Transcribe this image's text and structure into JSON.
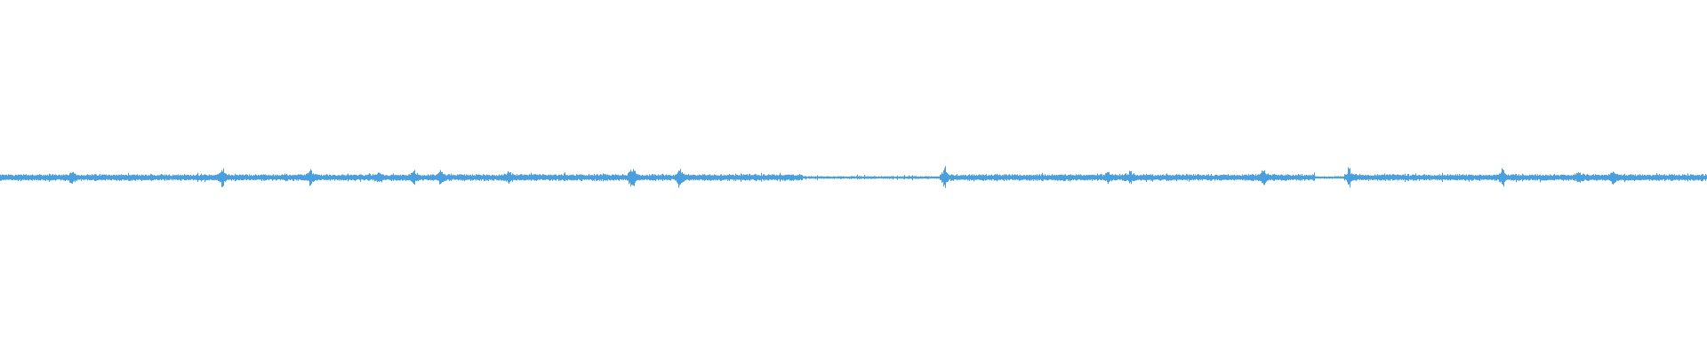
{
  "waveform": {
    "color": "#4a9fde",
    "baseline_amplitude": 0.22,
    "noise_amplitude": 0.1,
    "peaks": [
      {
        "position": 0.042,
        "amplitude": 0.55
      },
      {
        "position": 0.13,
        "amplitude": 0.85
      },
      {
        "position": 0.182,
        "amplitude": 0.75
      },
      {
        "position": 0.222,
        "amplitude": 0.5
      },
      {
        "position": 0.242,
        "amplitude": 0.7
      },
      {
        "position": 0.258,
        "amplitude": 0.7
      },
      {
        "position": 0.298,
        "amplitude": 0.6
      },
      {
        "position": 0.37,
        "amplitude": 0.8
      },
      {
        "position": 0.37,
        "amplitude": 0.6
      },
      {
        "position": 0.37,
        "amplitude": 0.5
      },
      {
        "position": 0.398,
        "amplitude": 0.9
      },
      {
        "position": 0.553,
        "amplitude": 1.0
      },
      {
        "position": 0.649,
        "amplitude": 0.55
      },
      {
        "position": 0.662,
        "amplitude": 0.6
      },
      {
        "position": 0.74,
        "amplitude": 0.8
      },
      {
        "position": 0.79,
        "amplitude": 0.95
      },
      {
        "position": 0.88,
        "amplitude": 0.85
      },
      {
        "position": 0.925,
        "amplitude": 0.55
      },
      {
        "position": 0.945,
        "amplitude": 0.65
      }
    ],
    "quiet_regions": [
      {
        "start": 0.47,
        "end": 0.55,
        "amplitude": 0.45
      },
      {
        "start": 0.77,
        "end": 0.79,
        "amplitude": 0.4
      }
    ]
  }
}
